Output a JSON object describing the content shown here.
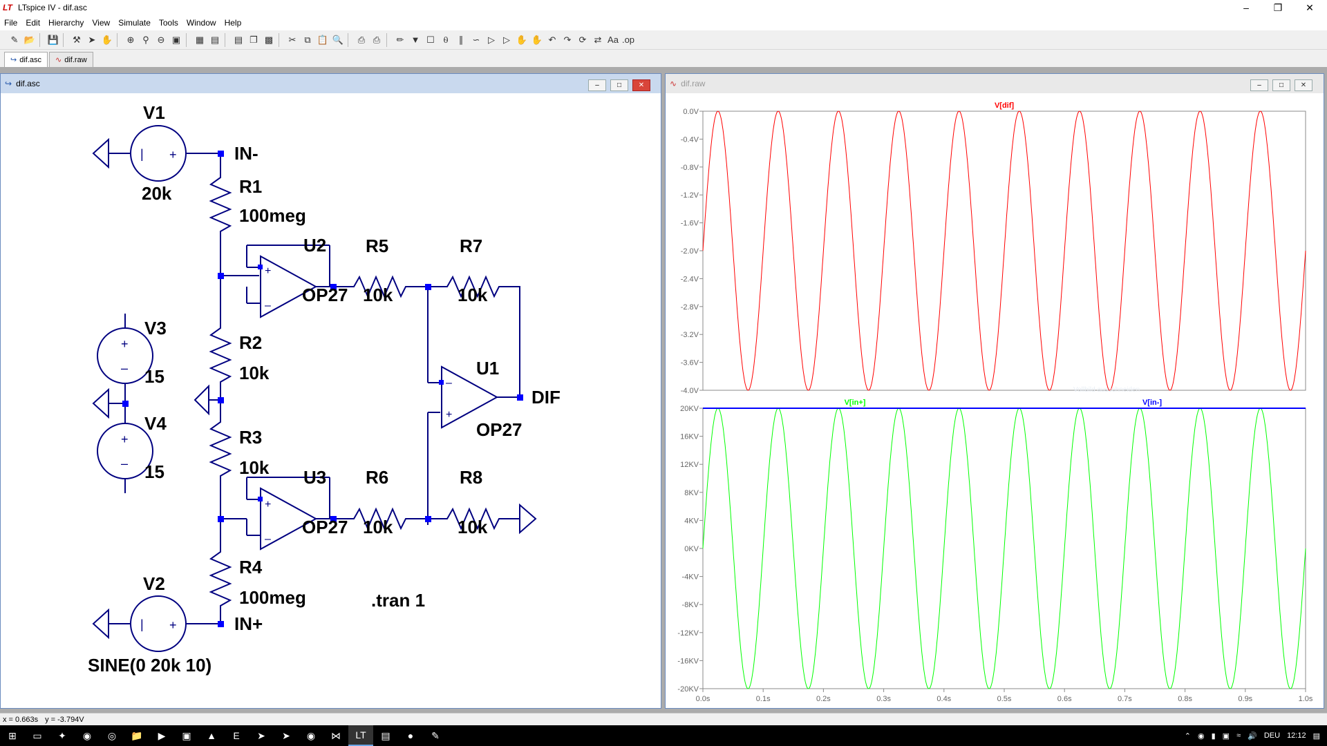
{
  "window": {
    "title": "LTspice IV - dif.asc"
  },
  "menu": [
    "File",
    "Edit",
    "Hierarchy",
    "View",
    "Simulate",
    "Tools",
    "Window",
    "Help"
  ],
  "doc_tabs": [
    {
      "label": "dif.asc",
      "icon": "schematic-icon",
      "active": true
    },
    {
      "label": "dif.raw",
      "icon": "waveform-icon",
      "active": false
    }
  ],
  "schematic": {
    "title": "dif.asc",
    "labels": {
      "v1": "V1",
      "v1_val": "20k",
      "in_minus": "IN-",
      "r1": "R1",
      "r1_val": "100meg",
      "u2": "U2",
      "u2_model": "OP27",
      "r5": "R5",
      "r5_val": "10k",
      "r7": "R7",
      "r7_val": "10k",
      "v3": "V3",
      "v3_val": "15",
      "v4": "V4",
      "v4_val": "15",
      "r2": "R2",
      "r2_val": "10k",
      "r3": "R3",
      "r3_val": "10k",
      "u1": "U1",
      "u1_model": "OP27",
      "dif": "DIF",
      "u3": "U3",
      "u3_model": "OP27",
      "r6": "R6",
      "r6_val": "10k",
      "r8": "R8",
      "r8_val": "10k",
      "r4": "R4",
      "r4_val": "100meg",
      "v2": "V2",
      "v2_val": "SINE(0 20k 10)",
      "in_plus": "IN+",
      "directive": ".tran 1"
    }
  },
  "waveform": {
    "title": "dif.raw",
    "watermark": "Vollbild ausschneiden"
  },
  "chart_data": [
    {
      "type": "line",
      "series": [
        {
          "name": "V[dif]",
          "color": "#ff0000",
          "freq_hz": 10,
          "amplitude": 2.0,
          "offset": -2.0,
          "phase": "sin"
        }
      ],
      "ylim": [
        -4.0,
        0.0
      ],
      "yticks": [
        "0.0V",
        "-0.4V",
        "-0.8V",
        "-1.2V",
        "-1.6V",
        "-2.0V",
        "-2.4V",
        "-2.8V",
        "-3.2V",
        "-3.6V",
        "-4.0V"
      ],
      "ytick_values": [
        0.0,
        -0.4,
        -0.8,
        -1.2,
        -1.6,
        -2.0,
        -2.4,
        -2.8,
        -3.2,
        -3.6,
        -4.0
      ],
      "xlim": [
        0,
        1.0
      ],
      "grid": false
    },
    {
      "type": "line",
      "series": [
        {
          "name": "V[in+]",
          "color": "#00ff00",
          "freq_hz": 10,
          "amplitude": 20,
          "offset": 0,
          "phase": "sin"
        },
        {
          "name": "V[in-]",
          "color": "#0000ff",
          "freq_hz": 0,
          "amplitude": 0,
          "offset": 20,
          "phase": "dc"
        }
      ],
      "ylim": [
        -20,
        20
      ],
      "yticks": [
        "20KV",
        "16KV",
        "12KV",
        "8KV",
        "4KV",
        "0KV",
        "-4KV",
        "-8KV",
        "-12KV",
        "-16KV",
        "-20KV"
      ],
      "ytick_values": [
        20,
        16,
        12,
        8,
        4,
        0,
        -4,
        -8,
        -12,
        -16,
        -20
      ],
      "xlim": [
        0,
        1.0
      ],
      "xticks": [
        "0.0s",
        "0.1s",
        "0.2s",
        "0.3s",
        "0.4s",
        "0.5s",
        "0.6s",
        "0.7s",
        "0.8s",
        "0.9s",
        "1.0s"
      ],
      "xtick_values": [
        0,
        0.1,
        0.2,
        0.3,
        0.4,
        0.5,
        0.6,
        0.7,
        0.8,
        0.9,
        1.0
      ],
      "grid": false
    }
  ],
  "status": {
    "x": "x = 0.663s",
    "y": "y = -3.794V"
  },
  "taskbar": {
    "lang": "DEU",
    "time": "12:12"
  }
}
